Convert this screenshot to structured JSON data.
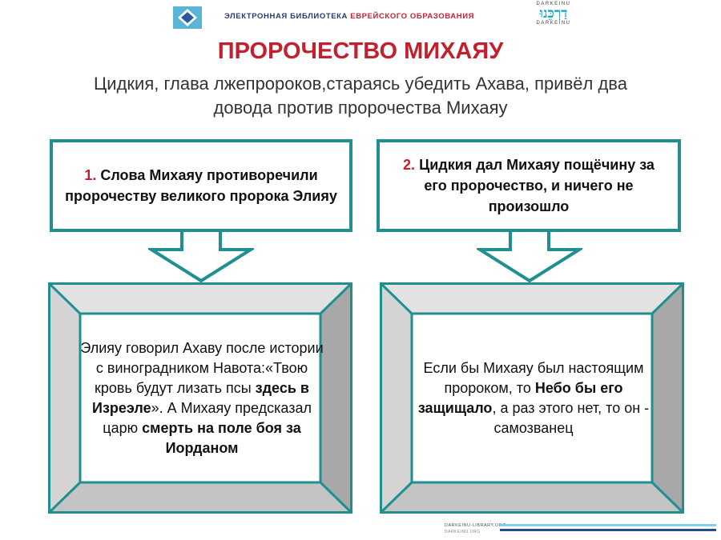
{
  "header": {
    "library_title_part1": "ЭЛЕКТРОННАЯ БИБЛИОТЕКА ",
    "library_title_part2": "ЕВРЕЙСКОГО ОБРАЗОВАНИЯ",
    "brand_top": "DARKEINU",
    "brand_mark": "דַרְכֵּנוּ",
    "brand_bottom": "DARKEINU"
  },
  "title": "ПРОРОЧЕСТВО МИХАЯУ",
  "subtitle_line1": "Цидкия, глава лжепророков,стараясь убедить Ахава, привёл два",
  "subtitle_line2": "довода против пророчества Михаяу",
  "points": [
    {
      "number": "1.",
      "text": " Слова Михаяу противоречили пророчеству великого пророка Элияу",
      "detail_a": "Элияу говорил Ахаву после истории с виноградником Навота:«Твою кровь будут лизать псы ",
      "detail_b": "здесь в Изреэле",
      "detail_c": "». А Михаяу предсказал царю ",
      "detail_d": "смерть на поле боя за Иорданом"
    },
    {
      "number": "2.",
      "text": " Цидкия дал Михаяу пощёчину за его пророчество, и ничего не произошло",
      "detail_a": "Если бы Михаяу был настоящим пророком, то ",
      "detail_b": "Небо бы его защищало",
      "detail_c": ", а раз этого нет, то он - самозванец"
    }
  ],
  "footer": {
    "url1": "DARKEINU-LIBRARY.ORG",
    "url2": "DARKEINU.ORG"
  },
  "colors": {
    "teal": "#1f8f8f",
    "red": "#c41f2c",
    "frame_gray": "#c8c8c8"
  }
}
